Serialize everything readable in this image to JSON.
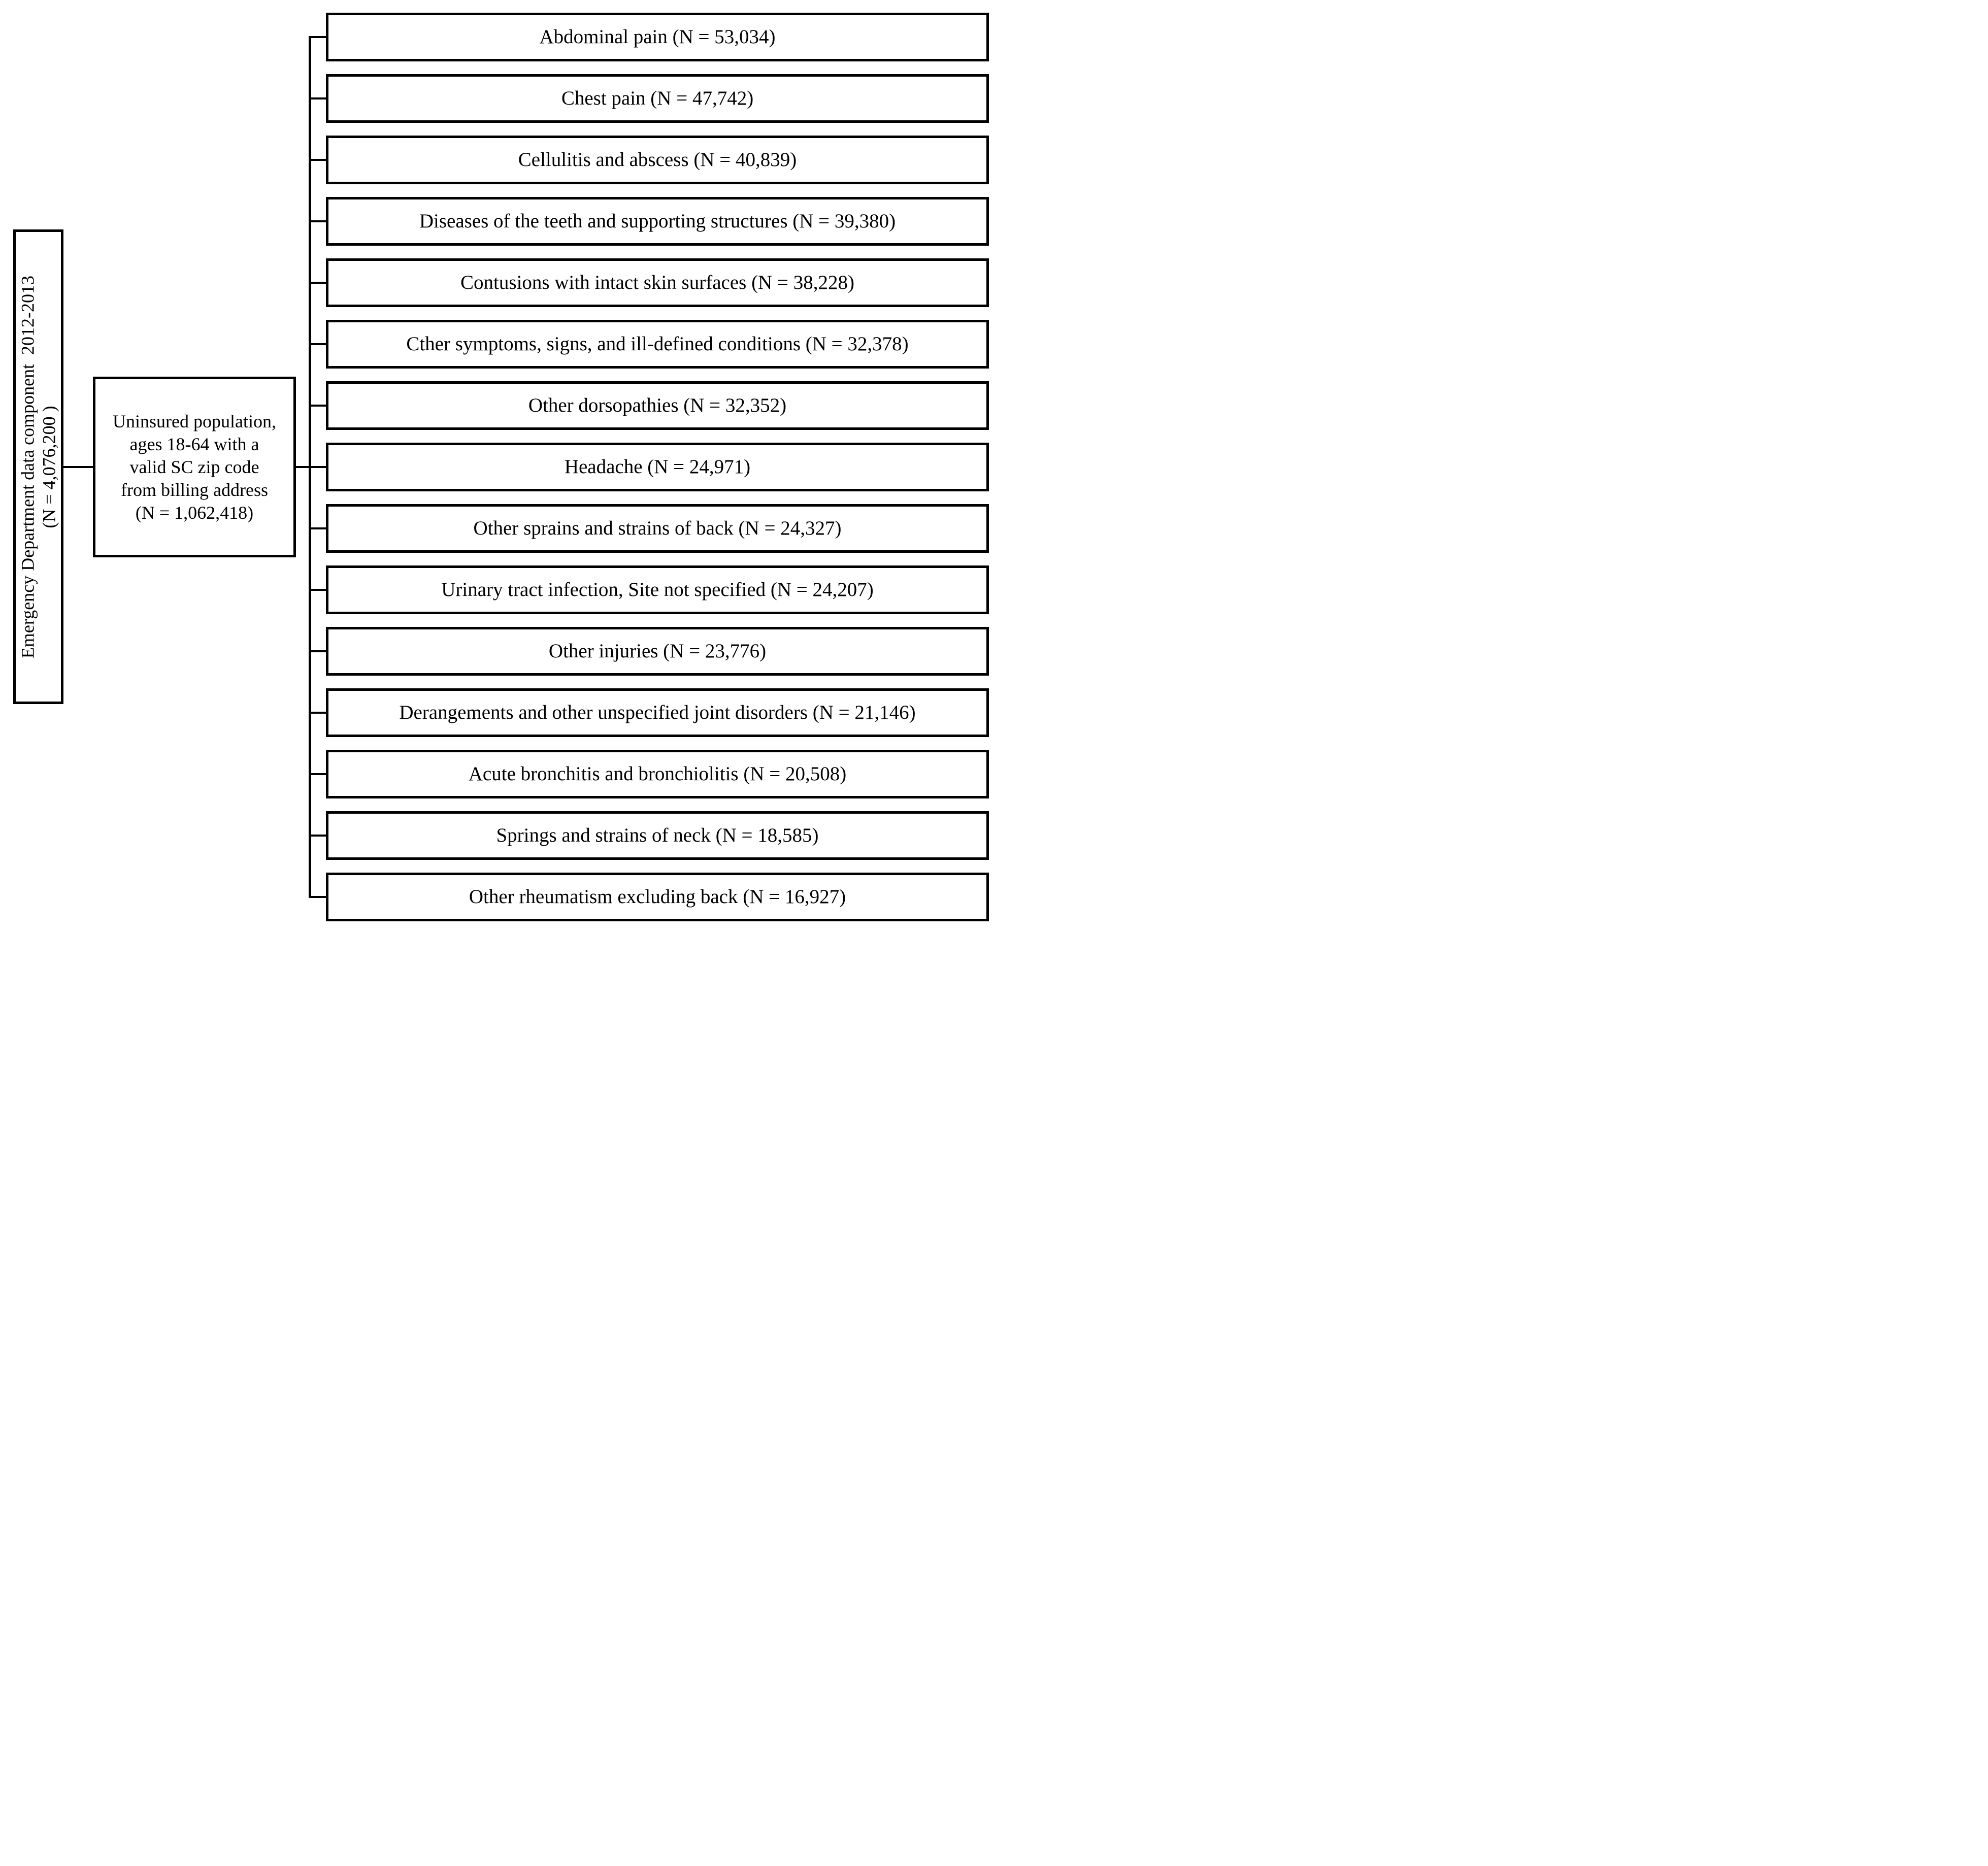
{
  "style": {
    "ink": "#000000",
    "paper": "#ffffff"
  },
  "diagram": {
    "source_box": {
      "label": "Emergency Department data component  2012-2013\n(N = 4,076,200 )"
    },
    "population_box": {
      "label": "Uninsured population,\nages 18-64 with a\nvalid SC zip code\nfrom billing address\n(N = 1,062,418)"
    },
    "condition_boxes": [
      {
        "label": "Abdominal pain (N = 53,034)"
      },
      {
        "label": "Chest pain (N = 47,742)"
      },
      {
        "label": "Cellulitis and abscess (N = 40,839)"
      },
      {
        "label": "Diseases of the teeth and supporting structures (N = 39,380)"
      },
      {
        "label": "Contusions with intact skin surfaces (N = 38,228)"
      },
      {
        "label": "Cther symptoms, signs, and ill-defined conditions (N = 32,378)"
      },
      {
        "label": "Other dorsopathies (N = 32,352)"
      },
      {
        "label": "Headache (N = 24,971)"
      },
      {
        "label": "Other sprains and strains of back (N = 24,327)"
      },
      {
        "label": "Urinary tract infection, Site not specified (N = 24,207)"
      },
      {
        "label": "Other injuries (N = 23,776)"
      },
      {
        "label": "Derangements and other unspecified joint disorders (N = 21,146)"
      },
      {
        "label": "Acute bronchitis and bronchiolitis (N = 20,508)"
      },
      {
        "label": "Springs and strains of neck (N = 18,585)"
      },
      {
        "label": "Other rheumatism excluding back (N = 16,927)"
      }
    ]
  }
}
